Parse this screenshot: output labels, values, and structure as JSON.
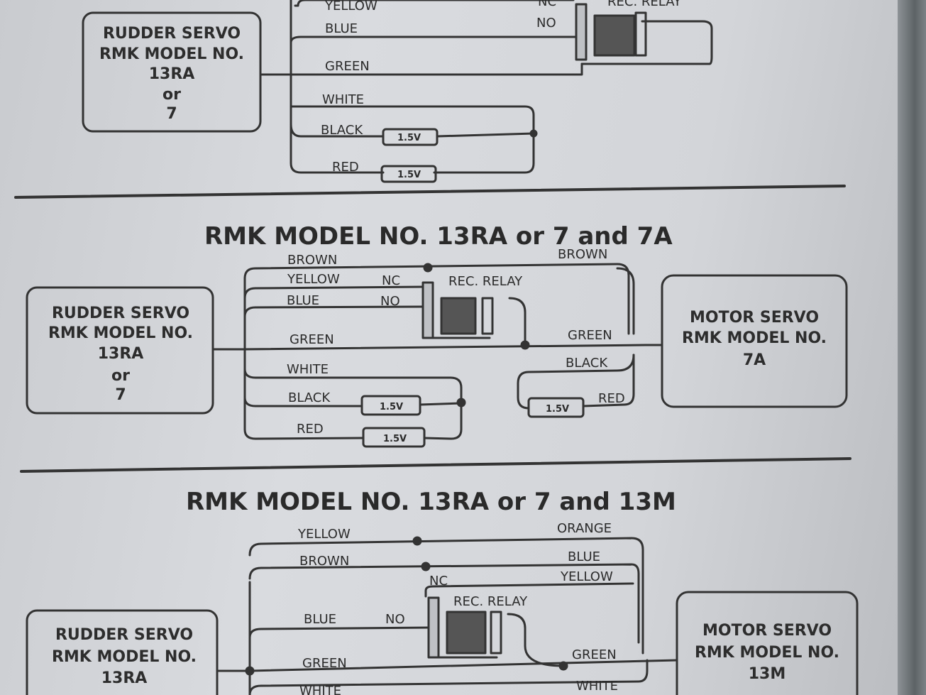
{
  "section1": {
    "rudder_servo": [
      "RUDDER SERVO",
      "RMK MODEL NO.",
      "13RA",
      "or",
      "7"
    ],
    "wires": {
      "yellow": "YELLOW",
      "blue": "BLUE",
      "green": "GREEN",
      "white": "WHITE",
      "black": "BLACK",
      "red": "RED"
    },
    "relay": {
      "nc": "NC",
      "no": "NO",
      "label": "REC. RELAY"
    },
    "battery": "1.5V"
  },
  "section2": {
    "title": "RMK MODEL NO. 13RA or 7 and 7A",
    "rudder_servo": [
      "RUDDER SERVO",
      "RMK MODEL NO.",
      "13RA",
      "or",
      "7"
    ],
    "motor_servo": [
      "MOTOR SERVO",
      "RMK MODEL NO.",
      "7A"
    ],
    "wires_left": {
      "brown": "BROWN",
      "yellow": "YELLOW",
      "blue": "BLUE",
      "green": "GREEN",
      "white": "WHITE",
      "black": "BLACK",
      "red": "RED"
    },
    "wires_right": {
      "brown": "BROWN",
      "green": "GREEN",
      "black": "BLACK",
      "red": "RED"
    },
    "relay": {
      "nc": "NC",
      "no": "NO",
      "label": "REC. RELAY"
    },
    "battery": "1.5V"
  },
  "section3": {
    "title": "RMK MODEL NO. 13RA or 7 and 13M",
    "rudder_servo": [
      "RUDDER SERVO",
      "RMK MODEL NO.",
      "13RA"
    ],
    "motor_servo": [
      "MOTOR SERVO",
      "RMK MODEL NO.",
      "13M"
    ],
    "wires_left": {
      "yellow": "YELLOW",
      "brown": "BROWN",
      "blue": "BLUE",
      "green": "GREEN",
      "white": "WHITE"
    },
    "wires_right": {
      "orange": "ORANGE",
      "blue": "BLUE",
      "yellow": "YELLOW",
      "green": "GREEN",
      "white": "WHITE"
    },
    "relay": {
      "nc": "NC",
      "no": "NO",
      "label": "REC. RELAY"
    }
  }
}
